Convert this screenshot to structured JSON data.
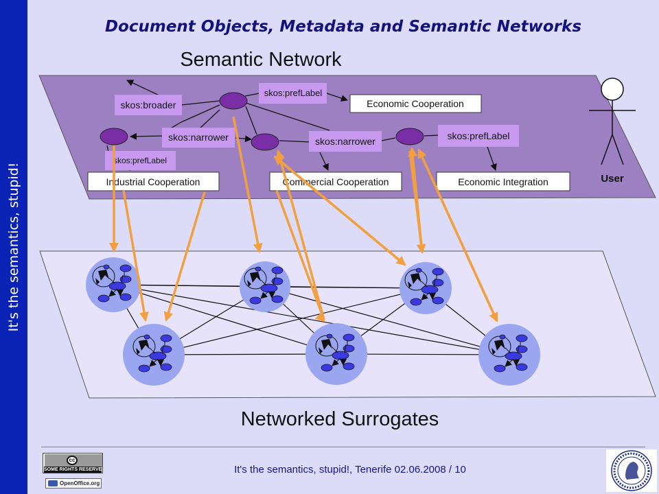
{
  "sidebar": {
    "text": "It's the semantics, stupid!"
  },
  "slide": {
    "title": "Document Objects, Metadata and Semantic Networks"
  },
  "diagram": {
    "top_title": "Semantic Network",
    "bottom_title": "Networked Surrogates",
    "user_label": "User",
    "predicate_labels": [
      "skos:broader",
      "skos:prefLabel",
      "skos:narrower",
      "skos:narrower",
      "skos:prefLabel",
      "skos:prefLabel"
    ],
    "concept_labels": [
      "Economic Cooperation",
      "Industrial Cooperation",
      "Commercial Cooperation",
      "Economic Integration"
    ]
  },
  "footer": {
    "text": "It's the semantics, stupid!, Tenerife 02.06.2008 / 10"
  },
  "badges": {
    "cc_text": "SOME RIGHTS RESERVED",
    "cc_symbol": "cc",
    "oo_text": "OpenOffice.org"
  },
  "colors": {
    "sidebar": "#0b23b4",
    "background": "#dcdcf8",
    "title": "#12127a",
    "plane_top": "#9d80c2",
    "plane_bottom": "#e7e3fa",
    "node": "#7a2ea6",
    "label_box": "#c79af0",
    "arrow_orange": "#f0a040",
    "surrogate": "#9aa6f0",
    "inner_node": "#3a3ae0"
  }
}
